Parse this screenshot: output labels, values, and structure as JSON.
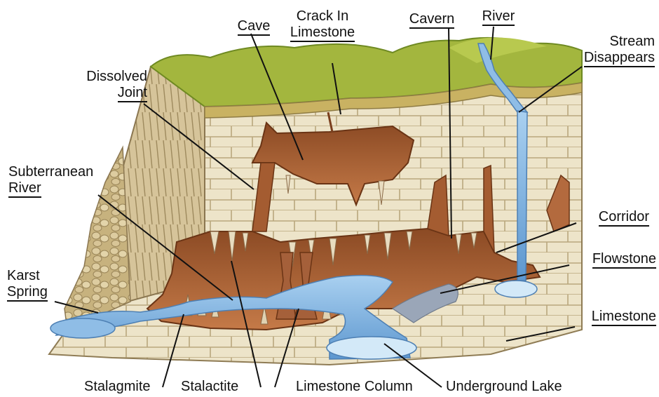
{
  "labels": {
    "cave": "Cave",
    "crack_line1": "Crack In",
    "crack_line2": "Limestone",
    "cavern": "Cavern",
    "river": "River",
    "stream_line1": "Stream",
    "stream_line2": "Disappears",
    "dissolved_line1": "Dissolved",
    "dissolved_line2": "Joint",
    "subterranean_line1": "Subterranean",
    "subterranean_line2": "River",
    "corridor": "Corridor",
    "flowstone": "Flowstone",
    "karst_line1": "Karst",
    "karst_line2": "Spring",
    "limestone": "Limestone",
    "stalagmite": "Stalagmite",
    "stalactite": "Stalactite",
    "limestone_column": "Limestone Column",
    "underground_lake": "Underground Lake"
  },
  "colors": {
    "grass": "#9fb43a",
    "grass_dark": "#6f8a22",
    "limestone": "#ede4c9",
    "limestone_shade": "#c9b98f",
    "cave_brown": "#b36a3e",
    "cave_dark": "#7a3f1e",
    "water": "#8fbde6",
    "water_light": "#d3e9f8",
    "leader_line": "#111111"
  }
}
